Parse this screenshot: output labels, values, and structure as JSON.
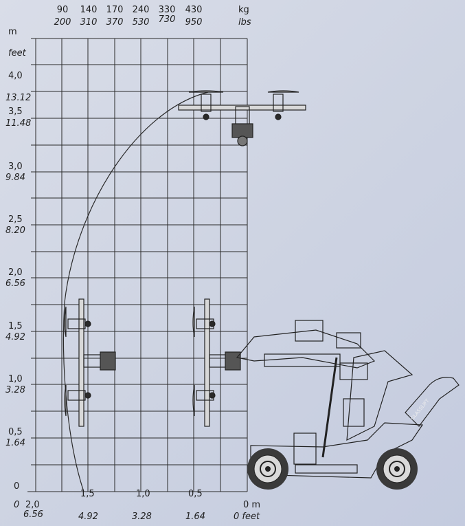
{
  "units": {
    "kg": "kg",
    "lbs": "lbs",
    "m": "m",
    "feet": "feet",
    "m_bottom": "0 m",
    "feet_bottom": "0 feet"
  },
  "load_labels": [
    {
      "kg": "90",
      "lbs": "200"
    },
    {
      "kg": "140",
      "lbs": "310"
    },
    {
      "kg": "170",
      "lbs": "370"
    },
    {
      "kg": "240",
      "lbs": "530"
    },
    {
      "kg": "330",
      "lbs": "730"
    },
    {
      "kg": "430",
      "lbs": "950"
    }
  ],
  "height_labels": [
    {
      "m": "4,0",
      "ft": "13.12"
    },
    {
      "m": "3,5",
      "ft": "11.48"
    },
    {
      "m": "3,0",
      "ft": "9.84"
    },
    {
      "m": "2,5",
      "ft": "8.20"
    },
    {
      "m": "2,0",
      "ft": "6.56"
    },
    {
      "m": "1,5",
      "ft": "4.92"
    },
    {
      "m": "1,0",
      "ft": "3.28"
    },
    {
      "m": "0,5",
      "ft": "1.64"
    },
    {
      "m": "0",
      "ft": "0"
    }
  ],
  "reach_labels": [
    {
      "m": "2,0",
      "ft": "6.56"
    },
    {
      "m": "1,5",
      "ft": "4.92"
    },
    {
      "m": "1,0",
      "ft": "3.28"
    },
    {
      "m": "0,5",
      "ft": "1.64"
    }
  ],
  "brand": "GLASSLIFT",
  "colors": {
    "background": "#cfd5e3",
    "lines": "#2a2a2a"
  }
}
